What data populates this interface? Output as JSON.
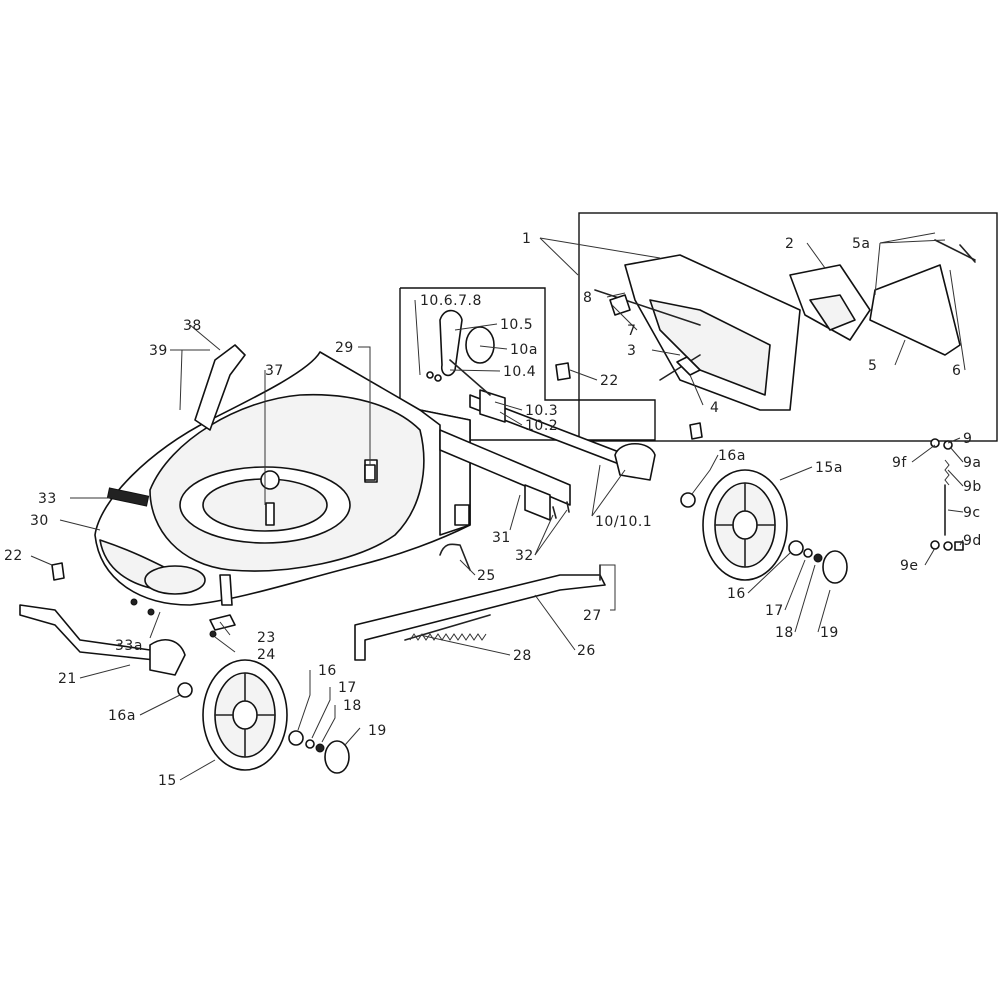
{
  "labels": [
    {
      "key": "l1",
      "text": "1"
    },
    {
      "key": "l2",
      "text": "2"
    },
    {
      "key": "l3",
      "text": "3"
    },
    {
      "key": "l4",
      "text": "4"
    },
    {
      "key": "l5",
      "text": "5"
    },
    {
      "key": "l5a",
      "text": "5a"
    },
    {
      "key": "l6",
      "text": "6"
    },
    {
      "key": "l7",
      "text": "7"
    },
    {
      "key": "l8",
      "text": "8"
    },
    {
      "key": "l9",
      "text": "9"
    },
    {
      "key": "l9a",
      "text": "9a"
    },
    {
      "key": "l9b",
      "text": "9b"
    },
    {
      "key": "l9c",
      "text": "9c"
    },
    {
      "key": "l9d",
      "text": "9d"
    },
    {
      "key": "l9e",
      "text": "9e"
    },
    {
      "key": "l9f",
      "text": "9f"
    },
    {
      "key": "l10678",
      "text": "10.6.7.8"
    },
    {
      "key": "l105",
      "text": "10.5"
    },
    {
      "key": "l10a",
      "text": "10a"
    },
    {
      "key": "l104",
      "text": "10.4"
    },
    {
      "key": "l103",
      "text": "10.3"
    },
    {
      "key": "l102",
      "text": "10.2"
    },
    {
      "key": "l101",
      "text": "10/10.1"
    },
    {
      "key": "l15",
      "text": "15"
    },
    {
      "key": "l15a",
      "text": "15a"
    },
    {
      "key": "l16_l",
      "text": "16"
    },
    {
      "key": "l16_r",
      "text": "16"
    },
    {
      "key": "l16a_l",
      "text": "16a"
    },
    {
      "key": "l16a_r",
      "text": "16a"
    },
    {
      "key": "l17_l",
      "text": "17"
    },
    {
      "key": "l17_r",
      "text": "17"
    },
    {
      "key": "l18_l",
      "text": "18"
    },
    {
      "key": "l18_r",
      "text": "18"
    },
    {
      "key": "l19_l",
      "text": "19"
    },
    {
      "key": "l19_r",
      "text": "19"
    },
    {
      "key": "l21",
      "text": "21"
    },
    {
      "key": "l22_l",
      "text": "22"
    },
    {
      "key": "l22_r",
      "text": "22"
    },
    {
      "key": "l23",
      "text": "23"
    },
    {
      "key": "l24",
      "text": "24"
    },
    {
      "key": "l25",
      "text": "25"
    },
    {
      "key": "l26",
      "text": "26"
    },
    {
      "key": "l27",
      "text": "27"
    },
    {
      "key": "l28",
      "text": "28"
    },
    {
      "key": "l29",
      "text": "29"
    },
    {
      "key": "l30",
      "text": "30"
    },
    {
      "key": "l31",
      "text": "31"
    },
    {
      "key": "l32",
      "text": "32"
    },
    {
      "key": "l33",
      "text": "33"
    },
    {
      "key": "l33a",
      "text": "33a"
    },
    {
      "key": "l37",
      "text": "37"
    },
    {
      "key": "l38",
      "text": "38"
    },
    {
      "key": "l39",
      "text": "39"
    }
  ]
}
